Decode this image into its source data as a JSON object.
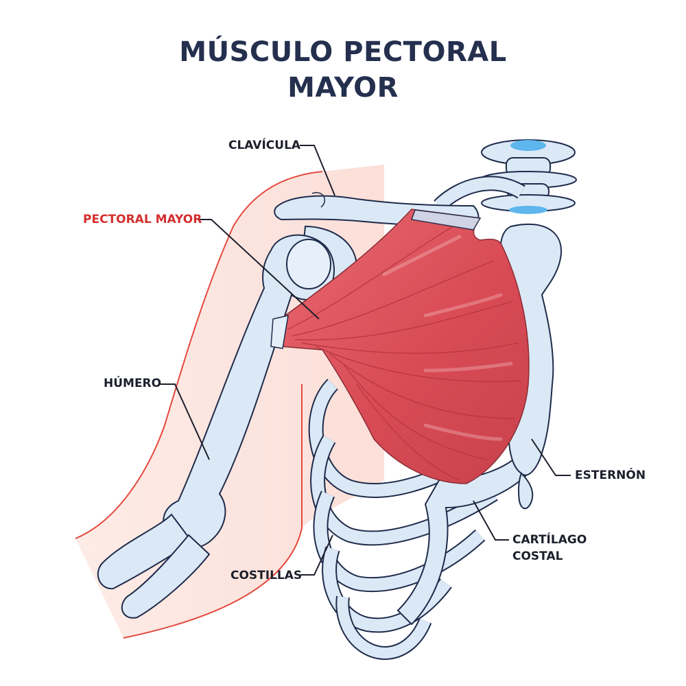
{
  "title": {
    "line1": "MÚSCULO PECTORAL",
    "line2": "MAYOR"
  },
  "labels": {
    "clavicula": "CLAVÍCULA",
    "pectoral_mayor": "PECTORAL MAYOR",
    "humero": "HÚMERO",
    "esternon": "ESTERNÓN",
    "cartilago_line1": "CARTÍLAGO",
    "cartilago_line2": "COSTAL",
    "costillas": "COSTILLAS"
  },
  "colors": {
    "title": "#25304f",
    "label": "#1c1f2b",
    "highlight_label": "#d32f2f",
    "bone_fill": "#dbe8f6",
    "bone_stroke": "#1f2b4a",
    "muscle": "#d8505a",
    "skin": "#fbe4de",
    "vertebral_disc": "#5db6ec"
  }
}
